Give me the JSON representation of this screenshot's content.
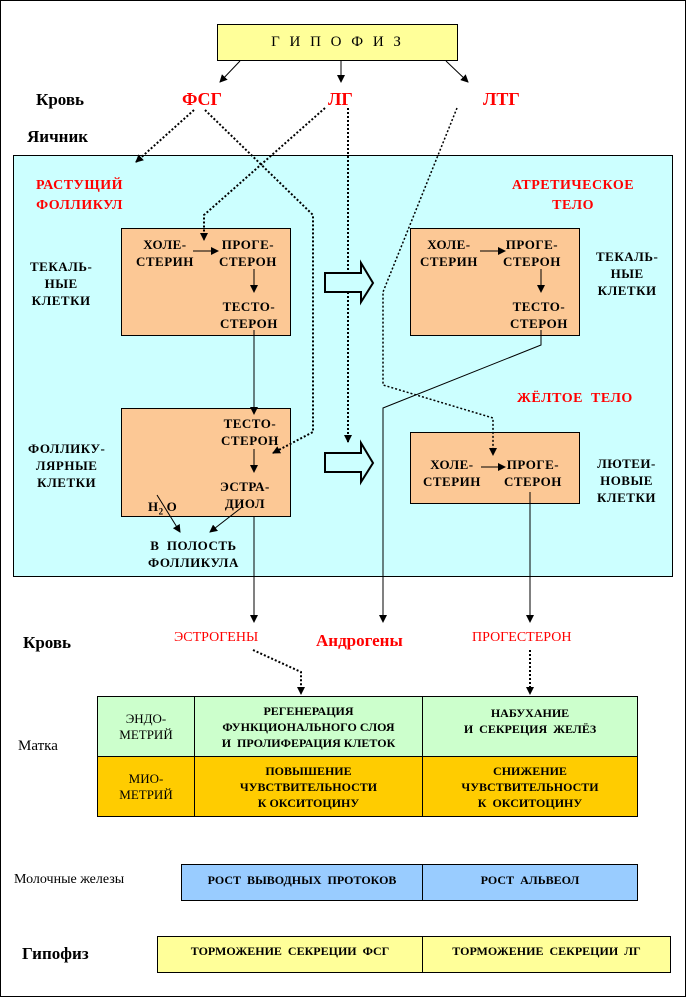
{
  "top": {
    "title": "Г И П О Ф И З"
  },
  "row_labels": {
    "blood_top": "Кровь",
    "ovary": "Яичник",
    "blood_bottom": "Кровь",
    "uterus": "Матка",
    "mammary": "Молочные железы",
    "pituitary": "Гипофиз"
  },
  "hormones": {
    "fsh": "ФСГ",
    "lh": "ЛГ",
    "ltg": "ЛТГ"
  },
  "ovary_sections": {
    "growing_follicle": "РАСТУЩИЙ\nФОЛЛИКУЛ",
    "atretic_body": "АТРЕТИЧЕСКОЕ\nТЕЛО",
    "corpus_luteum": "ЖЁЛТОЕ  ТЕЛО"
  },
  "cell_labels": {
    "theca_left": "ТЕКАЛЬ-\nНЫЕ\nКЛЕТКИ",
    "follicular": "ФОЛЛИКУ-\nЛЯРНЫЕ\nКЛЕТКИ",
    "theca_right": "ТЕКАЛЬ-\nНЫЕ\nКЛЕТКИ",
    "luteal": "ЛЮТЕИ-\nНОВЫЕ\nКЛЕТКИ"
  },
  "substances": {
    "cholesterol": "ХОЛЕ-\nСТЕРИН",
    "progesterone": "ПРОГЕ-\nСТЕРОН",
    "testosterone": "ТЕСТО-\nСТЕРОН",
    "estradiol": "ЭСТРА-\nДИОЛ",
    "water": "H",
    "water_sub": "2",
    "water_o": "O",
    "follicle_cavity": "В  ПОЛОСТЬ\nФОЛЛИКУЛА"
  },
  "blood_outputs": {
    "estrogens": "ЭСТРОГЕНЫ",
    "androgens": "Андрогены",
    "progesterone": "ПРОГЕСТЕРОН"
  },
  "uterus_table": {
    "rows": [
      {
        "tissue": "ЭНДО-\nМЕТРИЙ",
        "estrogen_effect": "РЕГЕНЕРАЦИЯ\nФУНКЦИОНАЛЬНОГО СЛОЯ\nИ  ПРОЛИФЕРАЦИЯ КЛЕТОК",
        "progesterone_effect": "НАБУХАНИЕ\nИ  СЕКРЕЦИЯ  ЖЕЛЁЗ"
      },
      {
        "tissue": "МИО-\nМЕТРИЙ",
        "estrogen_effect": "ПОВЫШЕНИЕ\nЧУВСТВИТЕЛЬНОСТИ\nК ОКСИТОЦИНУ",
        "progesterone_effect": "СНИЖЕНИЕ\nЧУВСТВИТЕЛЬНОСТИ\nК  ОКСИТОЦИНУ"
      }
    ]
  },
  "mammary_table": {
    "estrogen_effect": "РОСТ  ВЫВОДНЫХ  ПРОТОКОВ",
    "progesterone_effect": "РОСТ  АЛЬВЕОЛ"
  },
  "pituitary_table": {
    "estrogen_effect": "ТОРМОЖЕНИЕ  СЕКРЕЦИИ  ФСГ",
    "progesterone_effect": "ТОРМОЖЕНИЕ  СЕКРЕЦИИ  ЛГ"
  },
  "colors": {
    "pituitary_box": "#ffff99",
    "ovary_bg": "#ccffff",
    "cell_box": "#fcc895",
    "endometrium": "#ccffcc",
    "myometrium": "#ffcc00",
    "mammary": "#99ccff",
    "pituitary_table": "#ffff99",
    "accent_red": "#ff0000"
  }
}
